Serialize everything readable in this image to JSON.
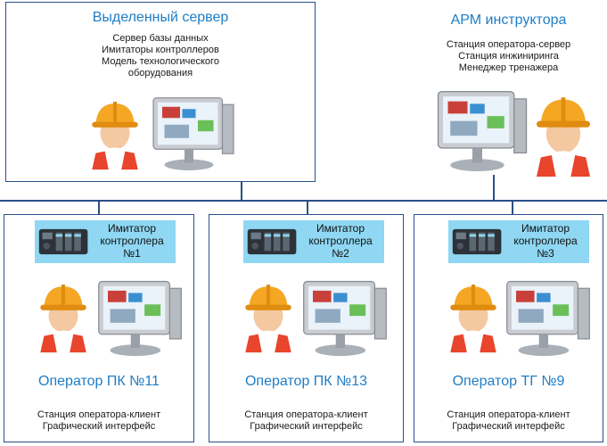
{
  "server": {
    "title": "Выделенный сервер",
    "lines": [
      "Сервер базы данных",
      "Имитаторы контроллеров",
      "Модель технологического",
      "оборудования"
    ]
  },
  "instructor": {
    "title": "АРМ инструктора",
    "lines": [
      "Станция оператора-сервер",
      "Станция инжиниринга",
      "Менеджер тренажера"
    ]
  },
  "operators": [
    {
      "simulator": [
        "Имитатор",
        "контроллера",
        "№1"
      ],
      "title": "Оператор ПК №11",
      "lines": [
        "Станция оператора-клиент",
        "Графический интерфейс"
      ]
    },
    {
      "simulator": [
        "Имитатор",
        "контроллера",
        "№2"
      ],
      "title": "Оператор ПК №13",
      "lines": [
        "Станция оператора-клиент",
        "Графический интерфейс"
      ]
    },
    {
      "simulator": [
        "Имитатор",
        "контроллера",
        "№3"
      ],
      "title": "Оператор ТГ №9",
      "lines": [
        "Станция оператора-клиент",
        "Графический интерфейс"
      ]
    }
  ],
  "colors": {
    "accent": "#1f7dc4",
    "line": "#2a4f88",
    "simulator_bg": "#8fd7f2",
    "helmet": "#f5a623",
    "vest": "#e8452c"
  }
}
